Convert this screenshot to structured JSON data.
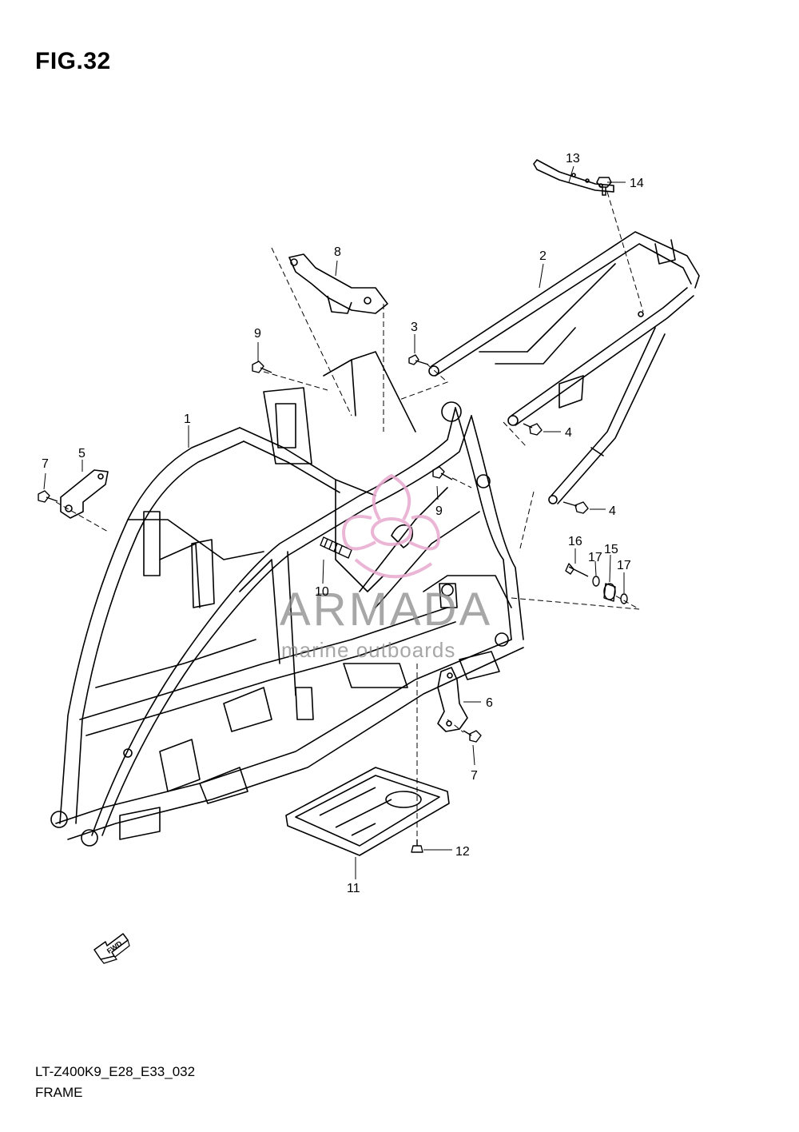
{
  "figure": {
    "title": "FIG.32"
  },
  "footer": {
    "model_code": "LT-Z400K9_E28_E33_032",
    "section_name": "FRAME"
  },
  "watermark": {
    "brand": "ARMADA",
    "tagline": "marine outboards",
    "logo_color": "#e7a9cf"
  },
  "fwd_arrow": {
    "label": "FWD"
  },
  "callouts": {
    "p1": "1",
    "p2": "2",
    "p3": "3",
    "p4a": "4",
    "p4b": "4",
    "p5": "5",
    "p6": "6",
    "p7a": "7",
    "p7b": "7",
    "p8": "8",
    "p9a": "9",
    "p9b": "9",
    "p10": "10",
    "p11": "11",
    "p12": "12",
    "p13": "13",
    "p14": "14",
    "p15": "15",
    "p16": "16",
    "p17a": "17",
    "p17b": "17"
  }
}
